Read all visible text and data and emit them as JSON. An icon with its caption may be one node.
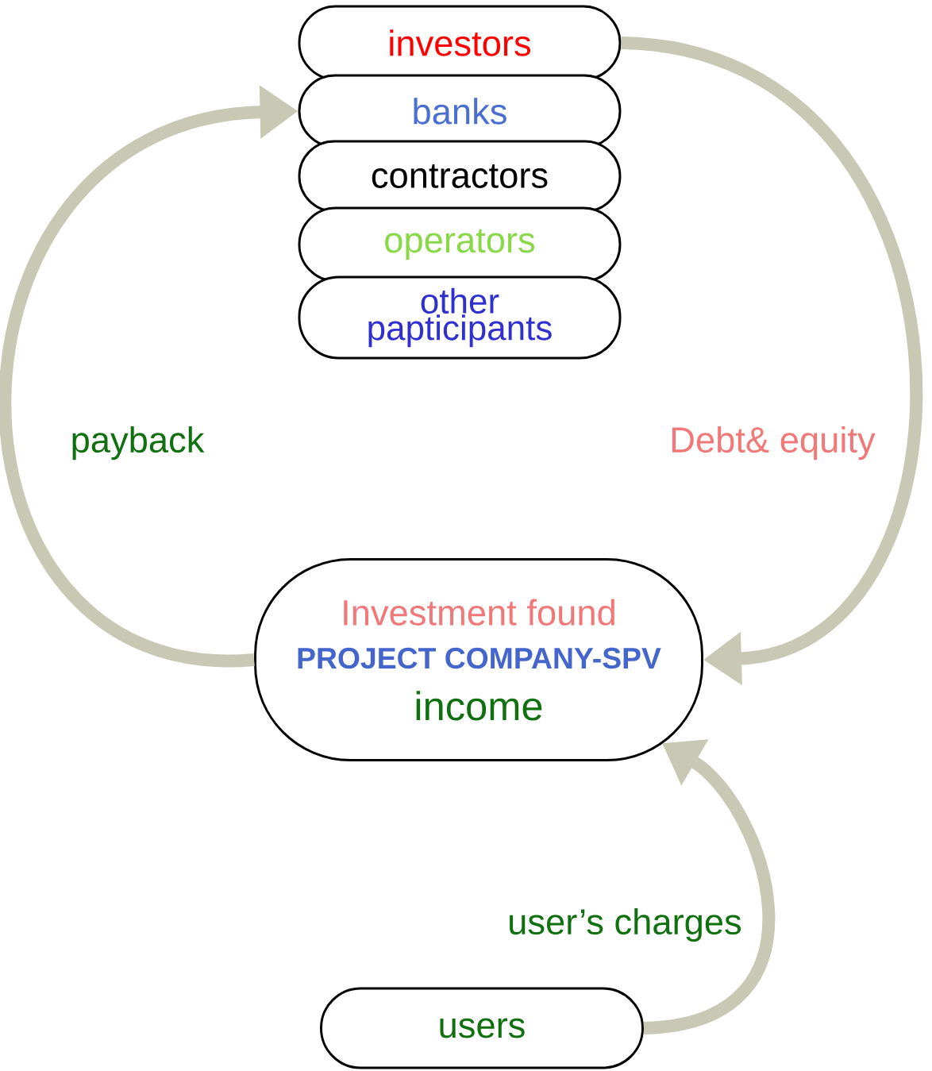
{
  "diagram": {
    "nodes": [
      {
        "text": [
          "investors"
        ]
      },
      {
        "text": [
          "banks"
        ]
      },
      {
        "text": [
          "contractors"
        ]
      },
      {
        "text": [
          "operators"
        ]
      },
      {
        "text": [
          "other papticipants"
        ]
      },
      {
        "text": [
          "Investment found",
          "PROJECT COMPANY-SPV",
          "income"
        ]
      },
      {
        "text": [
          "users"
        ]
      }
    ],
    "edges": [
      {
        "from": 5,
        "to": 1,
        "arrow": "to",
        "label": "payback"
      },
      {
        "from": 0,
        "to": 5,
        "arrow": "to",
        "label": "Debt& equity"
      },
      {
        "from": 6,
        "to": 5,
        "arrow": "to",
        "label": "user’s charges"
      }
    ]
  }
}
